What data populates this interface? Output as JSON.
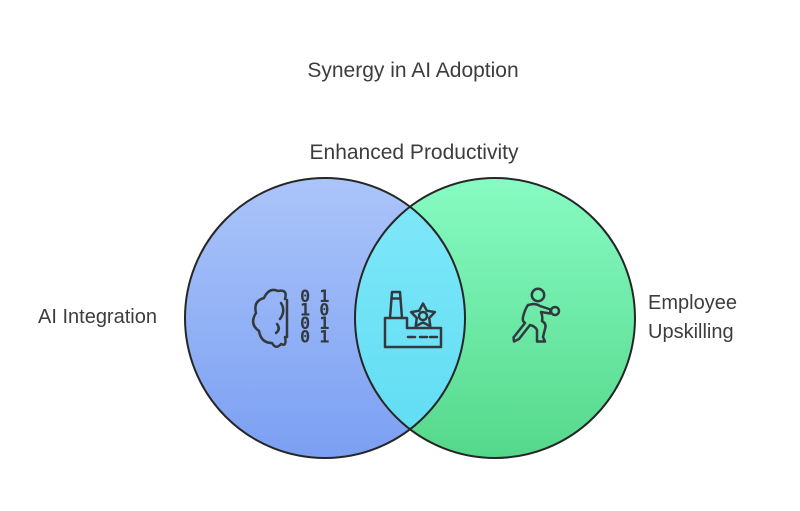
{
  "title": {
    "text": "Synergy in AI Adoption"
  },
  "venn": {
    "overlap_label": "Enhanced Productivity",
    "left_label": "AI Integration",
    "right_label": "Employee Upskilling",
    "outline_color": "#262626",
    "icon_color": "#323a3f",
    "left_fill_top": "#abc5fa",
    "left_fill_bottom": "#7b9ff2",
    "right_fill_top": "#87fbc3",
    "right_fill_bottom": "#55d88b",
    "overlap_fill_top": "#82e8fa",
    "overlap_fill_bottom": "#5edcf2",
    "icons": {
      "left": "brain-binary-icon",
      "overlap": "factory-gear-icon",
      "right": "person-motion-icon"
    },
    "binary_rows": [
      "01",
      "10",
      "01",
      "01"
    ]
  }
}
